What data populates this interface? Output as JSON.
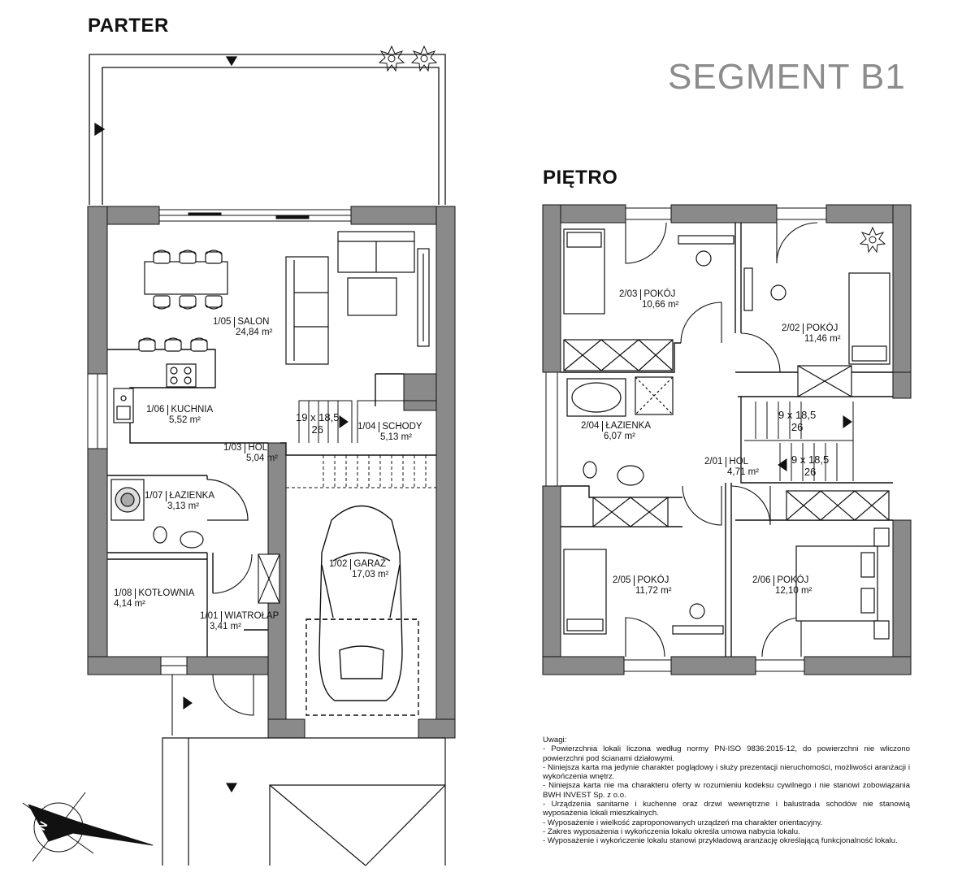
{
  "segment_title": "SEGMENT B1",
  "floors": {
    "ground": {
      "title": "PARTER",
      "rooms": [
        {
          "code": "1/05",
          "name": "SALON",
          "area": "24,84 m²"
        },
        {
          "code": "1/06",
          "name": "KUCHNIA",
          "area": "5,52 m²"
        },
        {
          "code": "1/03",
          "name": "HOL",
          "area": "5,04 m²"
        },
        {
          "code": "1/04",
          "name": "SCHODY",
          "area": "5,13 m²"
        },
        {
          "code": "1/07",
          "name": "ŁAZIENKA",
          "area": "3,13 m²"
        },
        {
          "code": "1/02",
          "name": "GARAŻ",
          "area": "17,03 m²"
        },
        {
          "code": "1/08",
          "name": "KOTŁOWNIA",
          "area": "4,14 m²"
        },
        {
          "code": "1/01",
          "name": "WIATROŁAP",
          "area": "3,41 m²"
        }
      ],
      "stairs": [
        {
          "size": "19 x 18,5",
          "count": "26"
        }
      ]
    },
    "upper": {
      "title": "PIĘTRO",
      "rooms": [
        {
          "code": "2/03",
          "name": "POKÓJ",
          "area": "10,66 m²"
        },
        {
          "code": "2/02",
          "name": "POKÓJ",
          "area": "11,46 m²"
        },
        {
          "code": "2/04",
          "name": "ŁAZIENKA",
          "area": "6,07 m²"
        },
        {
          "code": "2/01",
          "name": "HOL",
          "area": "4,71 m²"
        },
        {
          "code": "2/05",
          "name": "POKÓJ",
          "area": "11,72 m²"
        },
        {
          "code": "2/06",
          "name": "POKÓJ",
          "area": "12,10 m²"
        }
      ],
      "stairs": [
        {
          "size": "9 x 18,5",
          "count": "26"
        },
        {
          "size": "9 x 18,5",
          "count": "26"
        }
      ]
    }
  },
  "compass_label": "N",
  "notes": {
    "heading": "Uwagi:",
    "items": [
      "- Powierzchnia lokali liczona według normy PN-ISO 9836:2015-12, do powierzchni nie wliczono powierzchni pod ścianami działowymi.",
      "- Niniejsza karta ma jedynie charakter poglądowy i służy prezentacji nieruchomości, możliwości aranżacji i wykończenia wnętrz.",
      "- Niniejsza karta nie ma charakteru oferty w rozumieniu kodeksu cywilnego i nie stanowi zobowiązania BWH INVEST Sp. z o.o.",
      "- Urządzenia sanitarne i kuchenne oraz drzwi wewnętrzne i balustrada schodów nie stanowią wyposażenia lokali mieszkalnych.",
      "- Wyposażenie i wielkość zaproponowanych urządzeń ma charakter orientacyjny.",
      "- Zakres wyposażenia i wykończenia lokalu określa umowa nabycia lokalu.",
      "- Wyposażenie i wykończenie lokalu stanowi przykładową aranżację określającą funkcjonalność lokalu."
    ]
  },
  "colors": {
    "wall": "#8a8a8a",
    "line": "#111111",
    "title_gray": "#8c8c8c"
  }
}
